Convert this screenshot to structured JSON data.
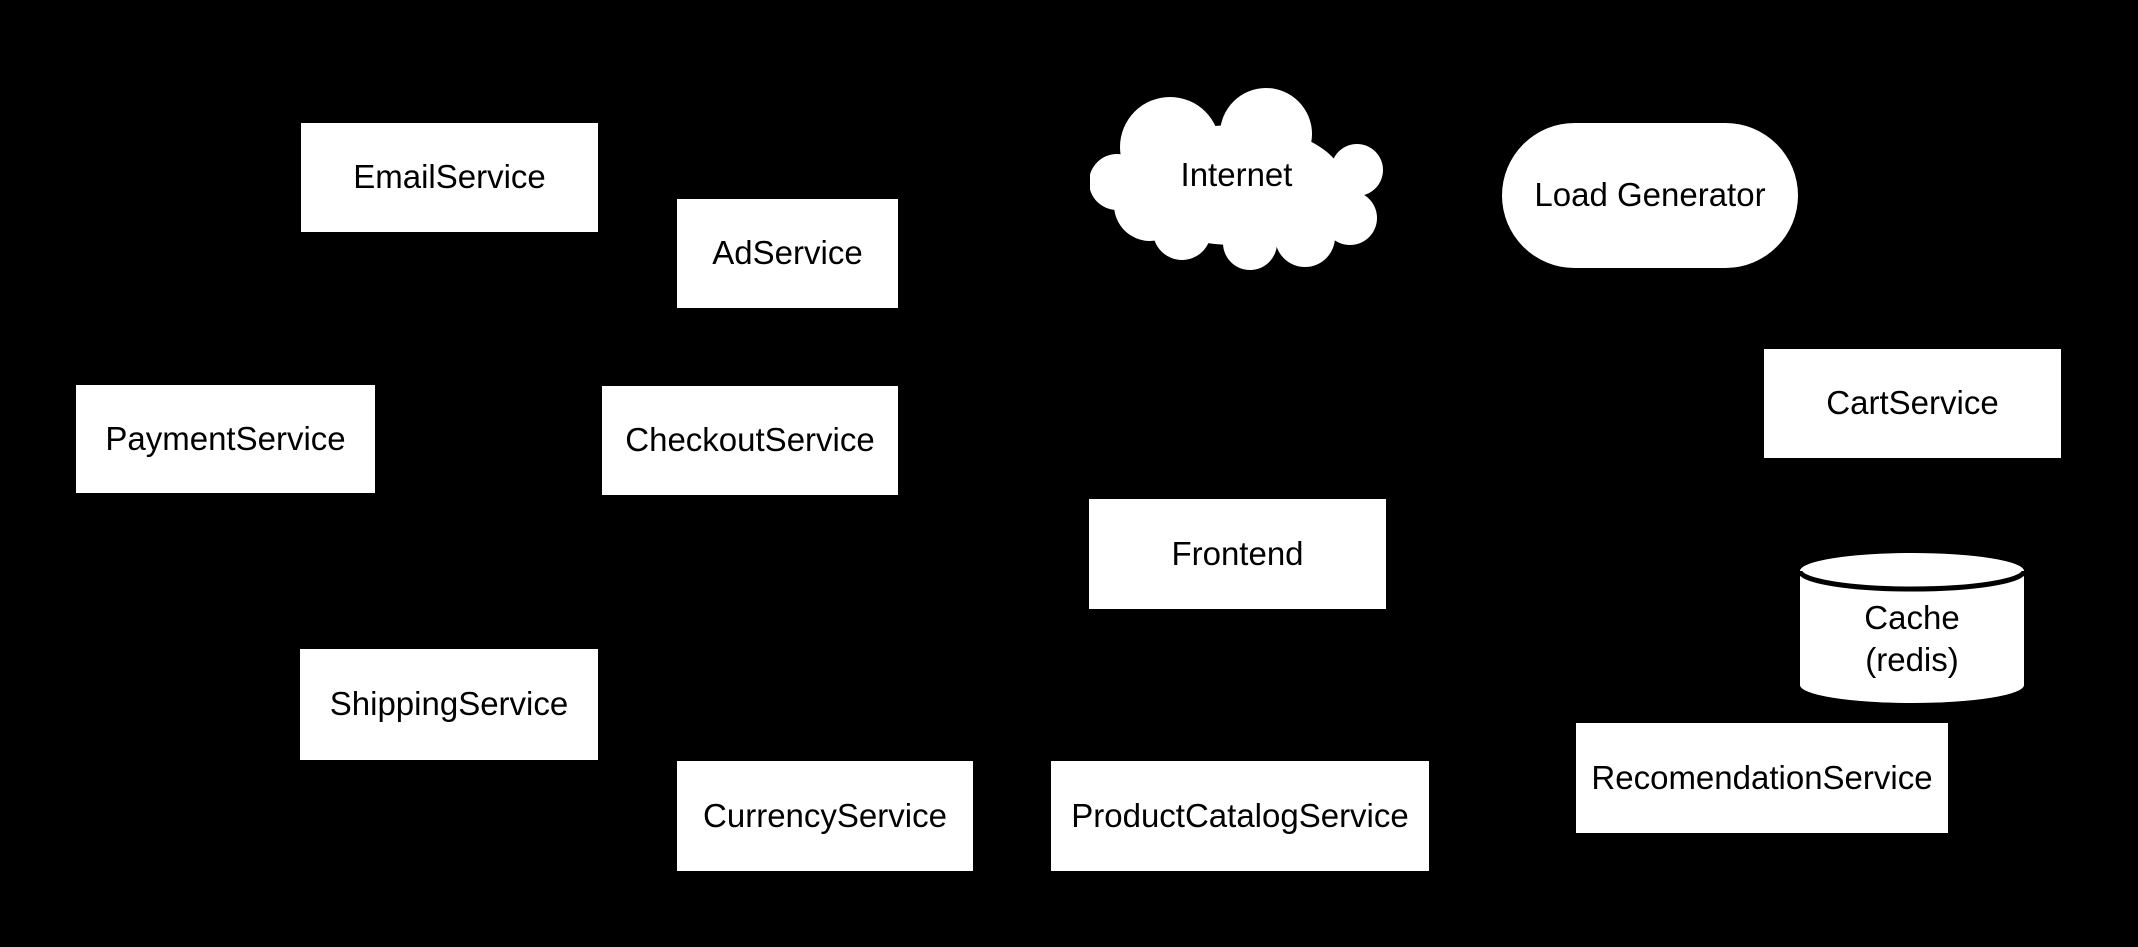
{
  "diagram": {
    "background_color": "#000000",
    "node_fill_color": "#ffffff",
    "node_text_color": "#000000",
    "nodes": {
      "email": {
        "label": "EmailService",
        "shape": "rectangle"
      },
      "ad": {
        "label": "AdService",
        "shape": "rectangle"
      },
      "internet": {
        "label": "Internet",
        "shape": "cloud"
      },
      "load_generator": {
        "label": "Load Generator",
        "shape": "stadium"
      },
      "payment": {
        "label": "PaymentService",
        "shape": "rectangle"
      },
      "checkout": {
        "label": "CheckoutService",
        "shape": "rectangle"
      },
      "cart": {
        "label": "CartService",
        "shape": "rectangle"
      },
      "frontend": {
        "label": "Frontend",
        "shape": "rectangle"
      },
      "cache": {
        "label_line1": "Cache",
        "label_line2": "(redis)",
        "shape": "cylinder"
      },
      "shipping": {
        "label": "ShippingService",
        "shape": "rectangle"
      },
      "currency": {
        "label": "CurrencyService",
        "shape": "rectangle"
      },
      "product_catalog": {
        "label": "ProductCatalogService",
        "shape": "rectangle"
      },
      "recommendation": {
        "label": "RecomendationService",
        "shape": "rectangle"
      }
    }
  }
}
